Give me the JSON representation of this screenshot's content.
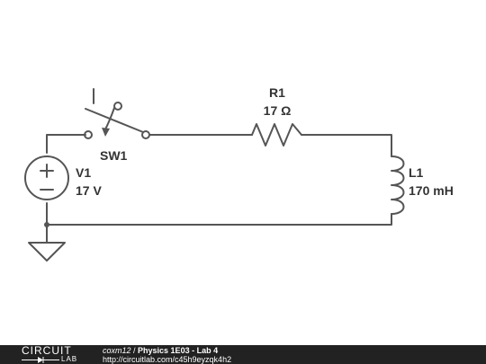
{
  "components": {
    "switch": {
      "name": "SW1"
    },
    "resistor": {
      "name": "R1",
      "value": "17 Ω"
    },
    "source": {
      "name": "V1",
      "value": "17 V"
    },
    "inductor": {
      "name": "L1",
      "value": "170 mH"
    }
  },
  "footer": {
    "logo_top": "CIRCUIT",
    "logo_bottom": "LAB",
    "user": "coxm12",
    "separator": " / ",
    "project": "Physics 1E03 - Lab 4",
    "url": "http://circuitlab.com/c45h9eyzqk4h2"
  }
}
